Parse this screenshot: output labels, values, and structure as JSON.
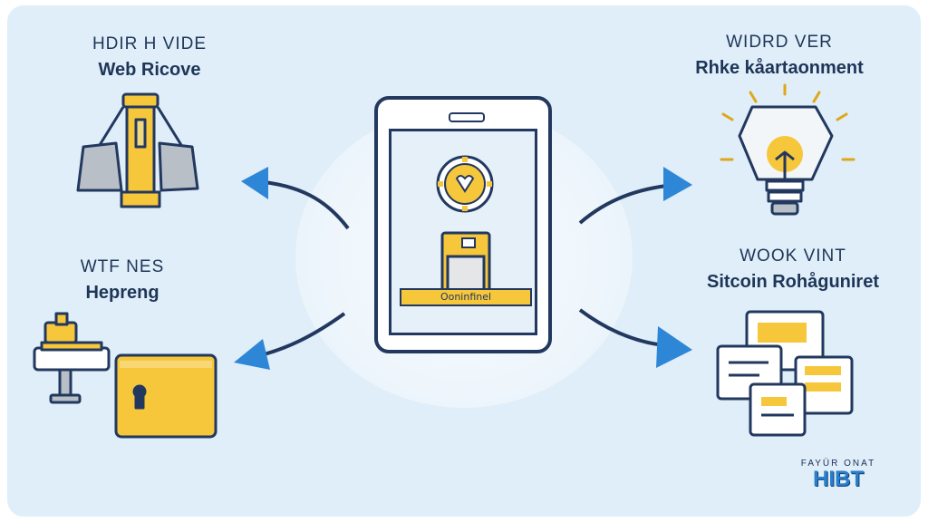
{
  "sections": {
    "top_left": {
      "title": "HDIR H VIDE",
      "subtitle": "Web Ricove"
    },
    "mid_left": {
      "title": "WTF NES",
      "subtitle": "Hepreng"
    },
    "top_right": {
      "title": "WIDRD VER",
      "subtitle": "Rhke kåartaonment"
    },
    "bottom_right": {
      "title": "WOOK VINT",
      "subtitle": "Sitcoin Rohåguniret"
    }
  },
  "phone": {
    "button_label": "Ooninfinel"
  },
  "logo": {
    "top_text": "FAYÜR ONAT",
    "brand": "HIBT"
  },
  "colors": {
    "background": "#dfeef8",
    "accent_yellow": "#f6c63b",
    "arrow_blue": "#2d86d6",
    "outline_navy": "#22385f"
  },
  "icons": [
    "server-rack-icon",
    "lightbulb-icon",
    "gear-icon",
    "wallet-icon",
    "mining-device-icon",
    "document-stack-icon"
  ]
}
